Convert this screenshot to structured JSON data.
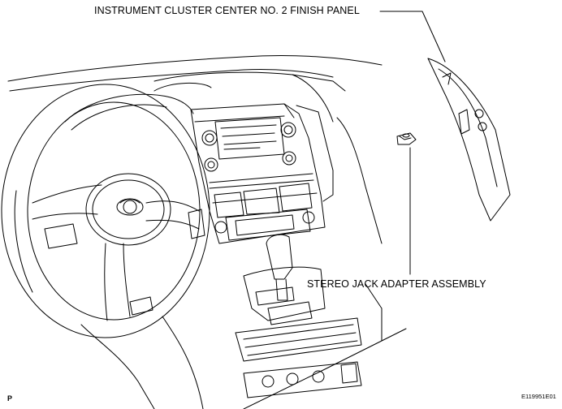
{
  "callouts": {
    "finish_panel": "INSTRUMENT CLUSTER CENTER NO. 2 FINISH PANEL",
    "stereo_jack": "STEREO JACK ADAPTER ASSEMBLY"
  },
  "corner_code": "E119951E01",
  "orientation_mark": "P",
  "colors": {
    "ink": "#000000",
    "paper": "#ffffff"
  }
}
